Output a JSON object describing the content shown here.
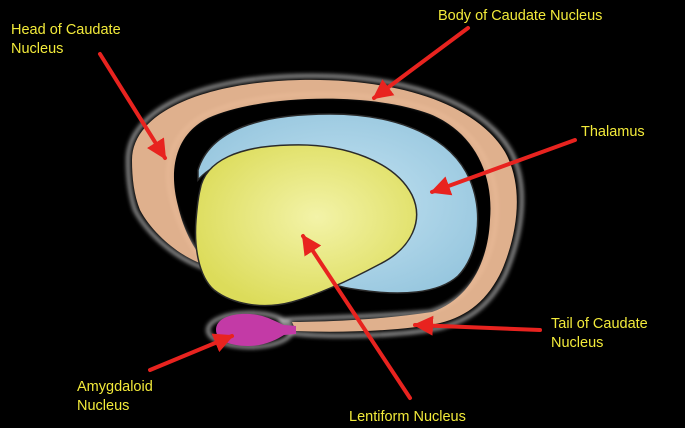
{
  "labels": {
    "head_caudate": [
      "Head of Caudate",
      "Nucleus"
    ],
    "body_caudate": "Body of Caudate Nucleus",
    "thalamus": "Thalamus",
    "tail_caudate": [
      "Tail of Caudate",
      "Nucleus"
    ],
    "amygdaloid": [
      "Amygdaloid",
      "Nucleus"
    ],
    "lentiform": "Lentiform Nucleus"
  },
  "colors": {
    "background": "#000000",
    "label_text": "#f2ea3a",
    "arrow": "#e8231f",
    "caudate": "#ebb995",
    "thalamus": "#a8d2e6",
    "lentiform": "#e3e46a",
    "amygdala": "#c33aa6",
    "outline_glow": "#e6e6e6"
  }
}
